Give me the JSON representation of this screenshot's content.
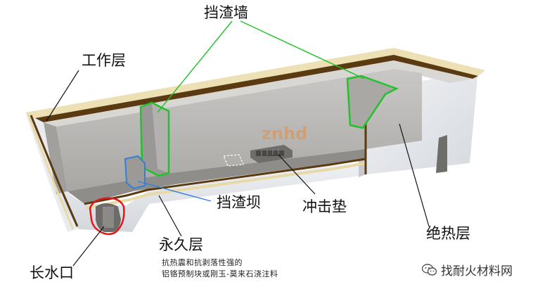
{
  "labels": {
    "slag_wall": "挡渣墙",
    "working_layer": "工作层",
    "slag_dam": "挡渣坝",
    "impact_pad": "冲击垫",
    "insulation_layer": "绝热层",
    "permanent_layer": "永久层",
    "nozzle": "长水口"
  },
  "permanent_note": {
    "line1": "抗热震和抗剥落性强的",
    "line2": "铝铬预制块或刚玉-莫来石浇注料"
  },
  "watermark": "znhd",
  "brand": {
    "text": "找耐火材料网",
    "icon": "wechat-icon"
  },
  "colors": {
    "slag_wall_outline": "#22c22a",
    "slag_dam_outline": "#2f7fe0",
    "nozzle_outline": "#e21818",
    "working_layer": "#5a3a10",
    "permanent_layer": "#e7d9a8",
    "shell": "#e6e8ec",
    "interior": "#b9b7b4"
  }
}
